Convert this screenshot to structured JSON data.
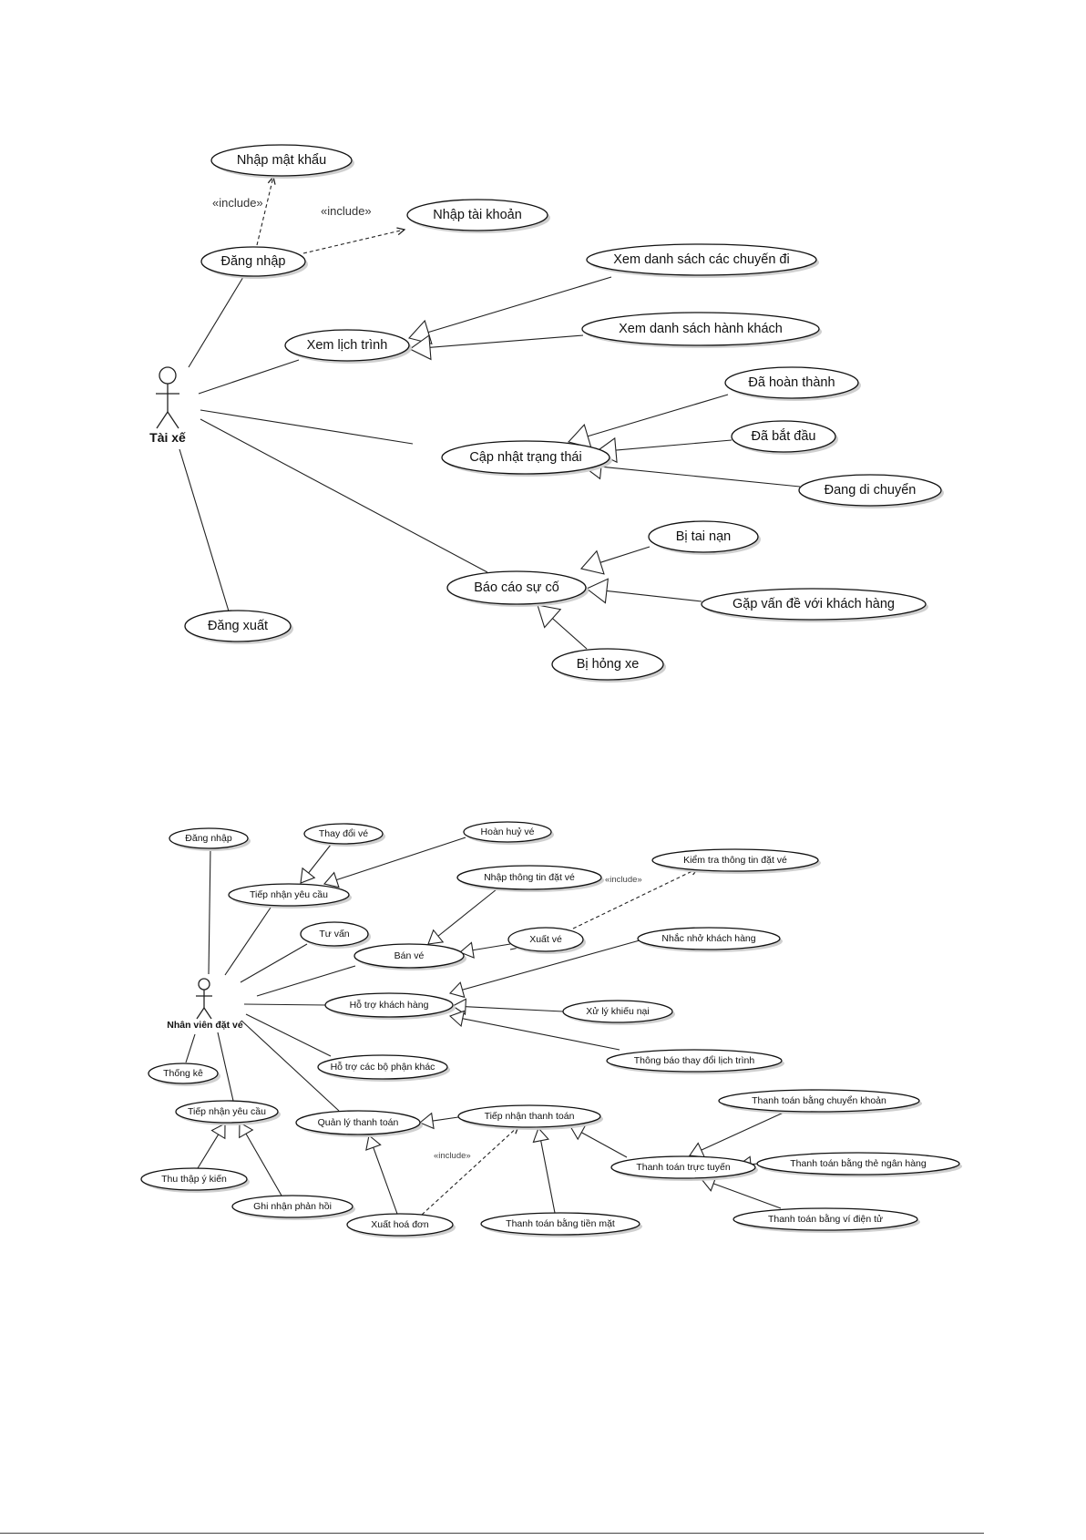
{
  "diagram1": {
    "actor": {
      "name": "Tài xế"
    },
    "stereotype": "«include»",
    "use_cases": {
      "dang_nhap": "Đăng nhập",
      "nhap_mat_khau": "Nhập mật khẩu",
      "nhap_tai_khoan": "Nhập tài khoản",
      "xem_lich_trinh": "Xem lịch trình",
      "xem_ds_chuyen_di": "Xem danh sách các chuyến đi",
      "xem_ds_hanh_khach": "Xem danh sách hành khách",
      "cap_nhat_trang_thai": "Cập nhật trạng thái",
      "da_hoan_thanh": "Đã hoàn thành",
      "da_bat_dau": "Đã bắt đầu",
      "dang_di_chuyen": "Đang di chuyển",
      "bao_cao_su_co": "Báo cáo sự cố",
      "bi_tai_nan": "Bị tai nạn",
      "gap_van_de": "Gặp vấn đề với khách hàng",
      "bi_hong_xe": "Bị hỏng xe",
      "dang_xuat": "Đăng xuất"
    }
  },
  "diagram2": {
    "actor": {
      "name": "Nhân viên đặt vé"
    },
    "stereotype": "«include»",
    "use_cases": {
      "dang_nhap": "Đăng nhập",
      "thay_doi_ve": "Thay đổi vé",
      "hoan_huy_ve": "Hoàn huỷ vé",
      "tiep_nhan_yeu_cau_1": "Tiếp nhận yêu cầu",
      "nhap_thong_tin": "Nhập thông tin đặt vé",
      "kiem_tra_thong_tin": "Kiểm tra thông tin đặt vé",
      "tu_van": "Tư vấn",
      "ban_ve": "Bán vé",
      "xuat_ve": "Xuất vé",
      "nhac_nho": "Nhắc nhở khách hàng",
      "ho_tro_kh": "Hỗ trợ khách hàng",
      "xu_ly_khieu_nai": "Xử lý khiếu nại",
      "thong_bao": "Thông báo thay đổi lịch trình",
      "ho_tro_bo_phan": "Hỗ trợ các bộ phận khác",
      "thong_ke": "Thống kê",
      "tiep_nhan_yeu_cau_2": "Tiếp nhận yêu cầu",
      "quan_ly_thanh_toan": "Quản lý thanh toán",
      "tiep_nhan_thanh_toan": "Tiếp nhận thanh toán",
      "tt_chuyen_khoan": "Thanh toán bằng chuyển khoản",
      "tt_truc_tuyen": "Thanh toán trực tuyến",
      "tt_the_ngan_hang": "Thanh toán bằng thẻ ngân hàng",
      "thu_thap_y_kien": "Thu thập ý kiến",
      "ghi_nhan_phan_hoi": "Ghi nhận phản hồi",
      "xuat_hoa_don": "Xuất hoá đơn",
      "tt_tien_mat": "Thanh toán bằng tiền mặt",
      "tt_vi_dien_tu": "Thanh toán bằng ví điện tử"
    }
  }
}
